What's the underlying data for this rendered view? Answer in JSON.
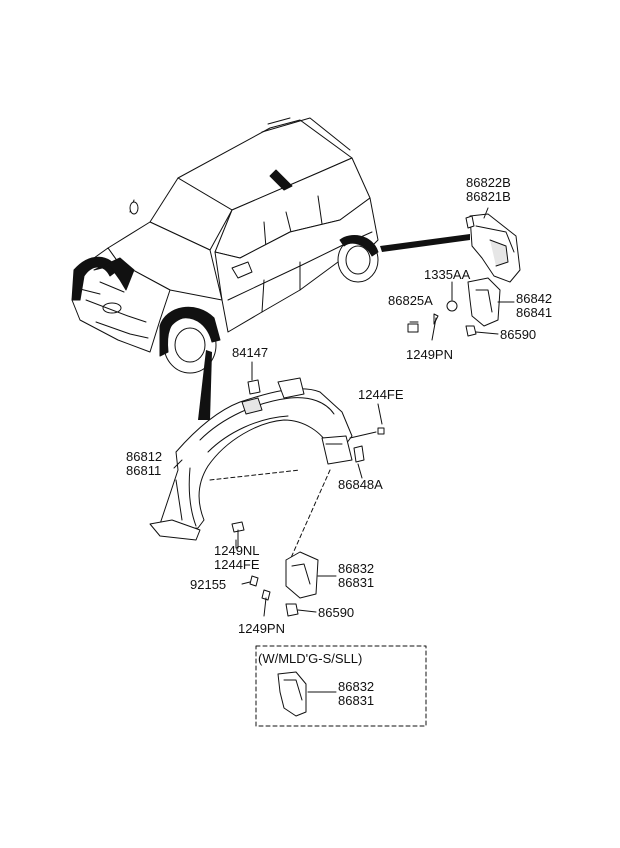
{
  "labels": {
    "p86822B": "86822B",
    "p86821B": "86821B",
    "p1335AA": "1335AA",
    "p86825A": "86825A",
    "p86842": "86842",
    "p86841": "86841",
    "p86590_top": "86590",
    "p1249PN_top": "1249PN",
    "p84147": "84147",
    "p1244FE_top": "1244FE",
    "p86812": "86812",
    "p86811": "86811",
    "p86848A": "86848A",
    "p1249NL": "1249NL",
    "p1244FE_mid": "1244FE",
    "p92155": "92155",
    "p86832_mid": "86832",
    "p86831_mid": "86831",
    "p86590_mid": "86590",
    "p1249PN_bot": "1249PN",
    "option_caption": "(W/MLD'G-S/SLL)",
    "p86832_box": "86832",
    "p86831_box": "86831"
  },
  "colors": {
    "line": "#111111",
    "fill": "#ffffff",
    "shade": "#e6e6e6",
    "dark": "#111111"
  }
}
